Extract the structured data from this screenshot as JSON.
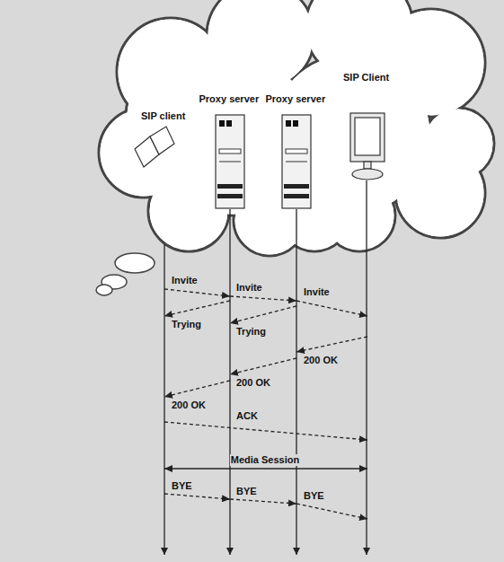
{
  "diagram": {
    "nodes": [
      {
        "text": [
          "SIP client"
        ]
      },
      {
        "text": [
          "Proxy server"
        ]
      },
      {
        "text": [
          "Proxy server"
        ]
      },
      {
        "text": [
          "SIP Client"
        ]
      }
    ],
    "edges": [
      {
        "from": 0,
        "to": 1,
        "label": "Invite",
        "arrow": "to"
      },
      {
        "from": 1,
        "to": 2,
        "label": "Invite",
        "arrow": "to"
      },
      {
        "from": 2,
        "to": 3,
        "label": "Invite",
        "arrow": "to"
      },
      {
        "from": 1,
        "to": 0,
        "label": "Trying",
        "arrow": "to"
      },
      {
        "from": 2,
        "to": 1,
        "label": "Trying",
        "arrow": "to"
      },
      {
        "from": 3,
        "to": 2,
        "label": "200 OK",
        "arrow": "to"
      },
      {
        "from": 2,
        "to": 1,
        "label": "200 OK",
        "arrow": "to"
      },
      {
        "from": 1,
        "to": 0,
        "label": "200 OK",
        "arrow": "to"
      },
      {
        "from": 0,
        "to": 3,
        "label": "ACK",
        "arrow": "to"
      },
      {
        "from": 0,
        "to": 3,
        "label": "Media Session",
        "arrow": "both"
      },
      {
        "from": 0,
        "to": 1,
        "label": "BYE",
        "arrow": "to"
      },
      {
        "from": 1,
        "to": 2,
        "label": "BYE",
        "arrow": "to"
      },
      {
        "from": 2,
        "to": 3,
        "label": "BYE",
        "arrow": "to"
      }
    ]
  }
}
